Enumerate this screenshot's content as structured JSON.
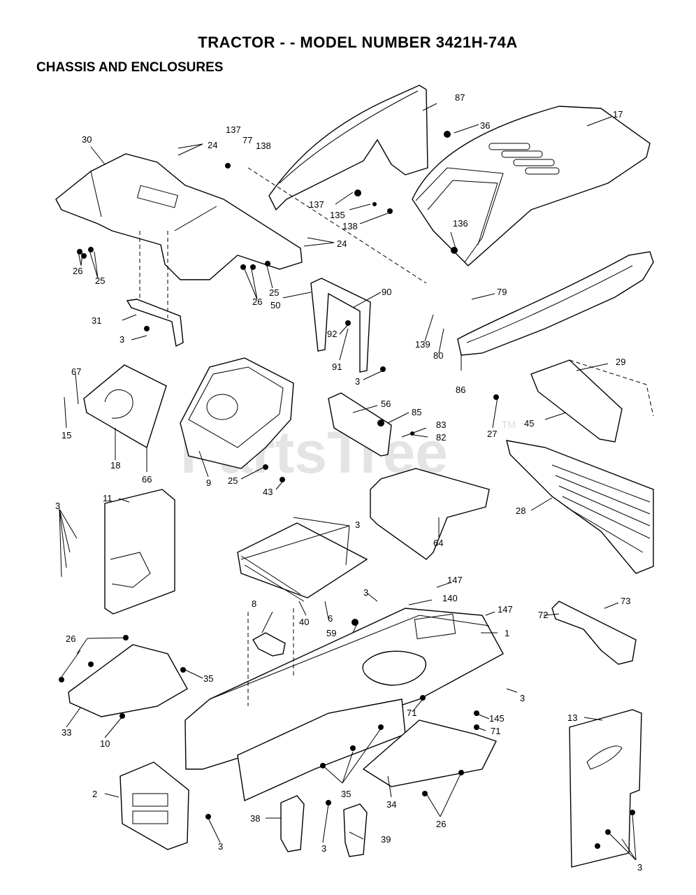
{
  "header": {
    "title": "TRACTOR - - MODEL NUMBER 3421H-74A",
    "section": "CHASSIS AND ENCLOSURES"
  },
  "watermark": {
    "text": "PartsTree",
    "tm": "TM"
  },
  "callouts": [
    {
      "id": "c-87",
      "text": "87"
    },
    {
      "id": "c-36",
      "text": "36"
    },
    {
      "id": "c-17",
      "text": "17"
    },
    {
      "id": "c-30",
      "text": "30"
    },
    {
      "id": "c-24a",
      "text": "24"
    },
    {
      "id": "c-137a",
      "text": "137"
    },
    {
      "id": "c-77",
      "text": "77"
    },
    {
      "id": "c-138a",
      "text": "138"
    },
    {
      "id": "c-137b",
      "text": "137"
    },
    {
      "id": "c-135",
      "text": "135"
    },
    {
      "id": "c-138b",
      "text": "138"
    },
    {
      "id": "c-136",
      "text": "136"
    },
    {
      "id": "c-24b",
      "text": "24"
    },
    {
      "id": "c-26a",
      "text": "26"
    },
    {
      "id": "c-25a",
      "text": "25"
    },
    {
      "id": "c-26b",
      "text": "26"
    },
    {
      "id": "c-25b",
      "text": "25"
    },
    {
      "id": "c-50",
      "text": "50"
    },
    {
      "id": "c-90",
      "text": "90"
    },
    {
      "id": "c-139",
      "text": "139"
    },
    {
      "id": "c-79",
      "text": "79"
    },
    {
      "id": "c-31",
      "text": "31"
    },
    {
      "id": "c-3a",
      "text": "3"
    },
    {
      "id": "c-92",
      "text": "92"
    },
    {
      "id": "c-91",
      "text": "91"
    },
    {
      "id": "c-80",
      "text": "80"
    },
    {
      "id": "c-86",
      "text": "86"
    },
    {
      "id": "c-3b",
      "text": "3"
    },
    {
      "id": "c-67",
      "text": "67"
    },
    {
      "id": "c-15",
      "text": "15"
    },
    {
      "id": "c-18",
      "text": "18"
    },
    {
      "id": "c-66",
      "text": "66"
    },
    {
      "id": "c-9",
      "text": "9"
    },
    {
      "id": "c-25c",
      "text": "25"
    },
    {
      "id": "c-43",
      "text": "43"
    },
    {
      "id": "c-56",
      "text": "56"
    },
    {
      "id": "c-85",
      "text": "85"
    },
    {
      "id": "c-83",
      "text": "83"
    },
    {
      "id": "c-82",
      "text": "82"
    },
    {
      "id": "c-29",
      "text": "29"
    },
    {
      "id": "c-27",
      "text": "27"
    },
    {
      "id": "c-45",
      "text": "45"
    },
    {
      "id": "c-11",
      "text": "11"
    },
    {
      "id": "c-3c",
      "text": "3"
    },
    {
      "id": "c-3d",
      "text": "3"
    },
    {
      "id": "c-64",
      "text": "64"
    },
    {
      "id": "c-28",
      "text": "28"
    },
    {
      "id": "c-147a",
      "text": "147"
    },
    {
      "id": "c-140",
      "text": "140"
    },
    {
      "id": "c-147b",
      "text": "147"
    },
    {
      "id": "c-3e",
      "text": "3"
    },
    {
      "id": "c-8",
      "text": "8"
    },
    {
      "id": "c-40",
      "text": "40"
    },
    {
      "id": "c-6",
      "text": "6"
    },
    {
      "id": "c-59",
      "text": "59"
    },
    {
      "id": "c-1",
      "text": "1"
    },
    {
      "id": "c-73",
      "text": "73"
    },
    {
      "id": "c-72",
      "text": "72"
    },
    {
      "id": "c-26c",
      "text": "26"
    },
    {
      "id": "c-35a",
      "text": "35"
    },
    {
      "id": "c-3f",
      "text": "3"
    },
    {
      "id": "c-33",
      "text": "33"
    },
    {
      "id": "c-10",
      "text": "10"
    },
    {
      "id": "c-71a",
      "text": "71"
    },
    {
      "id": "c-145",
      "text": "145"
    },
    {
      "id": "c-71b",
      "text": "71"
    },
    {
      "id": "c-13",
      "text": "13"
    },
    {
      "id": "c-2",
      "text": "2"
    },
    {
      "id": "c-35b",
      "text": "35"
    },
    {
      "id": "c-34",
      "text": "34"
    },
    {
      "id": "c-26d",
      "text": "26"
    },
    {
      "id": "c-38",
      "text": "38"
    },
    {
      "id": "c-3g",
      "text": "3"
    },
    {
      "id": "c-39",
      "text": "39"
    },
    {
      "id": "c-3h",
      "text": "3"
    },
    {
      "id": "c-3i",
      "text": "3"
    }
  ]
}
